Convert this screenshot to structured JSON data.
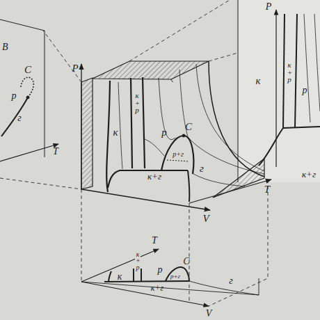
{
  "diagram": {
    "labels": [
      "B",
      "р",
      "C",
      "г",
      "T",
      "P",
      "к",
      "к+р",
      "р",
      "C",
      "р+г",
      "к+г",
      "г",
      "T",
      "V",
      "P",
      "к",
      "к+р",
      "р",
      "к+г",
      "T",
      "к",
      "к+р",
      "р",
      "C",
      "р+г",
      "к+г",
      "г",
      "V"
    ]
  }
}
